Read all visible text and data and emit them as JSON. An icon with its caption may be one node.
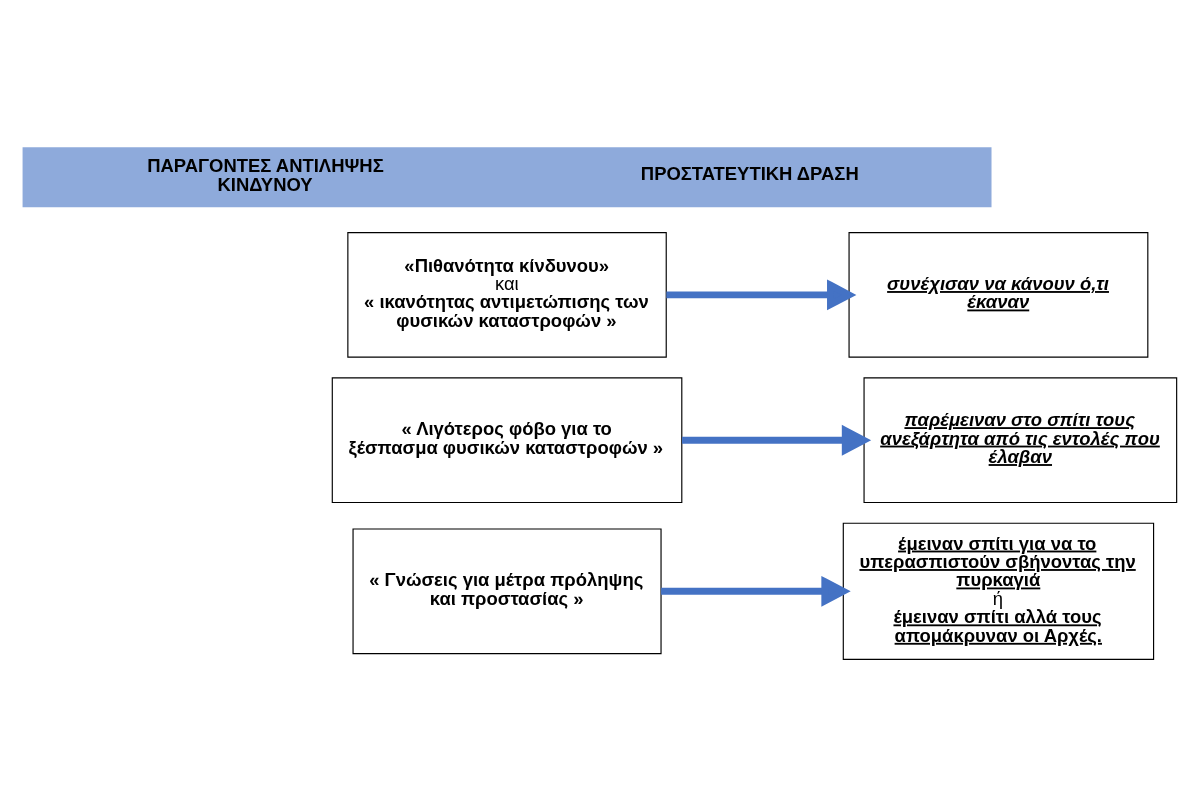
{
  "diagram": {
    "nodes": [
      {
        "text": [
          "ΠΑΡΑΓΟΝΤΕΣ ΑΝΤΙΛΗΨΗΣ ΚΙΝΔΥΝΟΥ",
          "ΠΡΟΣΤΑΤΕΥΤΙΚΗ ΔΡΑΣΗ"
        ]
      },
      {
        "text": [
          "«Πιθανότητα κίνδυνου»",
          "και",
          "« ικανότητας αντιμετώπισης των φυσικών καταστροφών »"
        ]
      },
      {
        "text": [
          "« Λιγότερος φόβο για το ξέσπασμα φυσικών καταστροφών »"
        ]
      },
      {
        "text": [
          "« Γνώσεις για μέτρα πρόληψης και προστασίας »"
        ]
      },
      {
        "text": [
          "συνέχισαν να κάνουν ό,τι έκαναν"
        ]
      },
      {
        "text": [
          "παρέμειναν στο σπίτι τους ανεξάρτητα από τις εντολές που έλαβαν"
        ]
      },
      {
        "text": [
          "έμειναν σπίτι για να το υπερασπιστούν σβήνοντας την πυρκαγιά",
          "ή",
          "έμειναν σπίτι αλλά τους απομάκρυναν οι Αρχές."
        ]
      }
    ],
    "edges": [
      {
        "from": 1,
        "to": 4,
        "arrow": "to"
      },
      {
        "from": 2,
        "to": 5,
        "arrow": "to"
      },
      {
        "from": 3,
        "to": 6,
        "arrow": "to"
      }
    ]
  }
}
